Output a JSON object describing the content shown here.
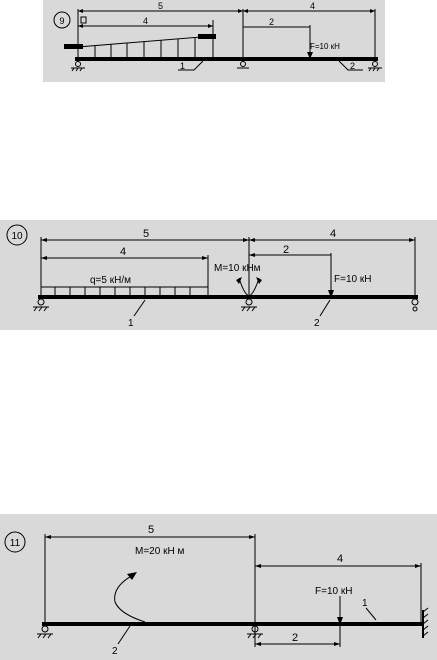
{
  "problems": [
    {
      "number": "9",
      "dimensions": {
        "total_left": "5",
        "right_span": "4",
        "load_length": "4",
        "force_offset": "2"
      },
      "labels": {
        "force": "F=10 кН",
        "beam1": "1",
        "beam2": "2"
      }
    },
    {
      "number": "10",
      "dimensions": {
        "total_left": "5",
        "right_span": "4",
        "load_length": "4",
        "force_offset": "2"
      },
      "labels": {
        "distributed_load": "q=5 кН/м",
        "moment": "M=10 кНм",
        "force": "F=10 кН",
        "beam1": "1",
        "beam2": "2"
      }
    },
    {
      "number": "11",
      "dimensions": {
        "total_left": "5",
        "right_span": "4",
        "force_offset": "2"
      },
      "labels": {
        "moment": "M=20 кН м",
        "force": "F=10 кН",
        "beam1": "1",
        "beam2": "2"
      }
    }
  ]
}
